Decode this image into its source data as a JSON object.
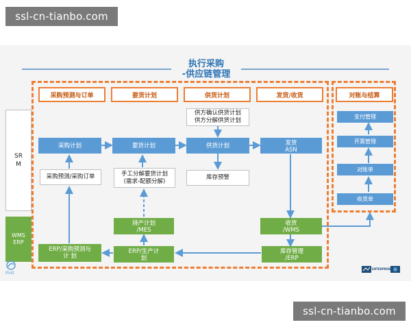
{
  "watermark_top": "ssl-cn-tianbo.com",
  "watermark_bottom": "ssl-cn-tianbo.com",
  "title": {
    "line1": "执行采购",
    "line2": "-供应链管理"
  },
  "columns": [
    "采购预测与订单",
    "要货计划",
    "供货计划",
    "发货/收货",
    "对账与结算"
  ],
  "side_labels": {
    "srm": "SRM",
    "wms_erp": "WMS ERP"
  },
  "nodes": {
    "caigou_jihua": "采购计划",
    "yaohuo_jihua": "要货计划",
    "gonghuo_jihua": "供货计划",
    "fahuo_asn": "发货\nASN",
    "caigou_yuce": "采购预测/采购订单",
    "gongfang_queren": "供方确认供货计划\n供方分解供货计划",
    "shougong_fenjie": "手工分解要货计划\n(需求-配额分解)",
    "kucun_yujing": "库存预警",
    "paichan_jihua": "排产计划\n/MES",
    "erp_shengchan": "ERP/生产计\n划",
    "erp_caigou": "ERP/采购预测与\n计 划",
    "shouhuo_wms": "收货\n/WMS",
    "kucun_guanli": "库存管理\n/ERP",
    "zhifu_guanli": "支付管理",
    "kaipiao_guanli": "开票管理",
    "duizhang_dan": "对账单",
    "shouhuo_dan": "收货单"
  },
  "logo_text": "First",
  "brand_text": "ENTERPRISE"
}
